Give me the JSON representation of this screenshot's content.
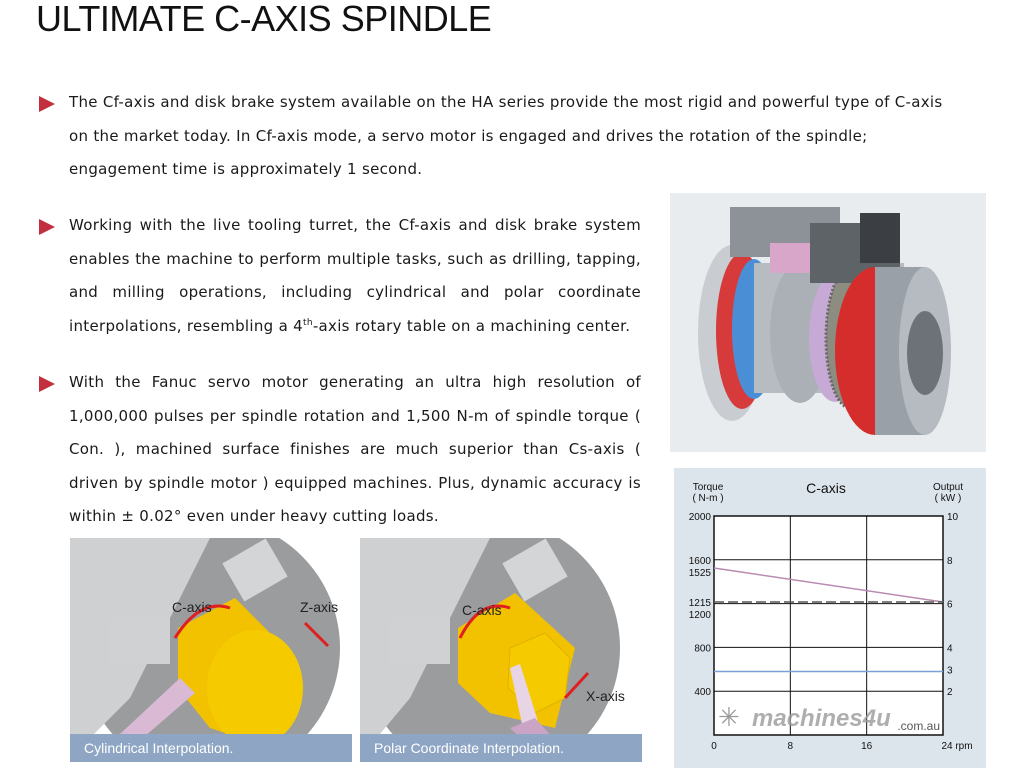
{
  "title": "ULTIMATE C-AXIS SPINDLE",
  "paragraphs": [
    "The Cf-axis and disk brake system available on the HA series provide the most rigid and powerful type of C-axis on the market today. In Cf-axis mode, a servo motor is engaged and drives the rotation of the spindle; engagement time is approximately 1 second.",
    {
      "before": "Working with the live tooling turret, the Cf-axis and disk brake system enables the machine to perform multiple tasks, such as drilling, tapping, and milling operations, including cylindrical and polar coordinate interpolations, resembling a 4",
      "sup": "th",
      "after": "-axis rotary  table on a machining center."
    },
    "With the Fanuc servo motor generating an ultra high resolution of 1,000,000 pulses per spindle rotation and 1,500 N-m of spindle torque ( Con. ), machined surface finishes are much superior than Cs-axis ( driven by spindle motor ) equipped machines. Plus, dynamic accuracy is within ± 0.02°  even under heavy cutting loads."
  ],
  "illustrations": [
    {
      "caption": "Cylindrical Interpolation.",
      "labels": [
        "C-axis",
        "Z-axis"
      ]
    },
    {
      "caption": "Polar Coordinate Interpolation.",
      "labels": [
        "C-axis",
        "X-axis"
      ]
    }
  ],
  "watermark": {
    "brand": "machines4u",
    "suffix": ".com.au"
  },
  "colors": {
    "bullet": "#c23040",
    "caption_bar": "#8ea6c4",
    "torque_line": "#b88bb0",
    "output_line": "#7aa0d8"
  },
  "chart_data": {
    "type": "line",
    "title": "C-axis",
    "left_axis": {
      "label_line1": "Torque",
      "label_line2": "( N-m )",
      "range": [
        0,
        2000
      ],
      "ticks": [
        "2000",
        "1600",
        "1525",
        "1215",
        "1200",
        "800",
        "400"
      ],
      "tick_values": [
        2000,
        1600,
        1525,
        1215,
        1200,
        800,
        400
      ]
    },
    "right_axis": {
      "label_line1": "Output",
      "label_line2": "( kW )",
      "range": [
        0,
        10
      ],
      "ticks": [
        "10",
        "8",
        "6",
        "4",
        "3",
        "2"
      ],
      "tick_values": [
        10,
        8,
        6,
        4,
        3,
        2
      ]
    },
    "x_axis": {
      "range": [
        0,
        24
      ],
      "ticks": [
        "0",
        "8",
        "16",
        "24 rpm"
      ],
      "tick_values": [
        0,
        8,
        16,
        24
      ]
    },
    "grid_torque": [
      1600,
      1200,
      800,
      400
    ],
    "series": [
      {
        "name": "torque",
        "axis": "left",
        "x": [
          0,
          24
        ],
        "y": [
          1525,
          1215
        ]
      },
      {
        "name": "continuous torque",
        "axis": "left",
        "style": "dashed",
        "x": [
          0,
          24
        ],
        "y": [
          1215,
          1215
        ]
      },
      {
        "name": "output",
        "axis": "right",
        "x": [
          0,
          24
        ],
        "y": [
          2.9,
          2.9
        ]
      }
    ]
  }
}
